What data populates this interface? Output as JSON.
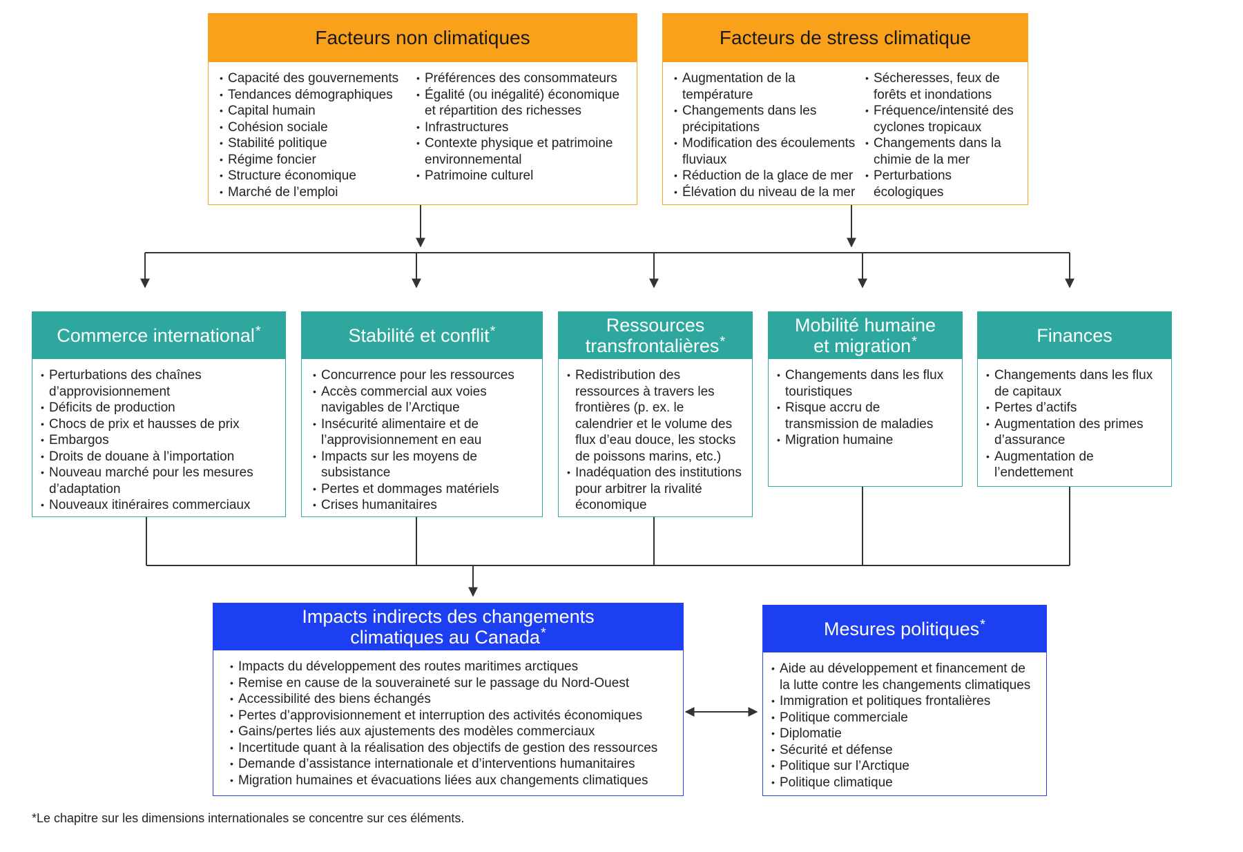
{
  "top_boxes": {
    "non_climatic": {
      "title": "Facteurs non climatiques",
      "col1": [
        "Capacité des gouvernements",
        "Tendances démographiques",
        "Capital humain",
        "Cohésion sociale",
        "Stabilité politique",
        "Régime foncier",
        "Structure économique",
        "Marché de l’emploi"
      ],
      "col2": [
        "Préférences des consommateurs",
        "Égalité (ou inégalité) économique et répartition des richesses",
        "Infrastructures",
        "Contexte physique et patrimoine environnemental",
        "Patrimoine culturel"
      ]
    },
    "climatic": {
      "title": "Facteurs de stress climatique",
      "col1": [
        "Augmentation de la température",
        "Changements dans les précipitations",
        "Modification des écoulements fluviaux",
        "Réduction de la glace de mer",
        "Élévation du niveau de la mer"
      ],
      "col2": [
        "Sécheresses, feux de forêts et inondations",
        "Fréquence/intensité des cyclones tropicaux",
        "Changements dans la chimie de la mer",
        "Perturbations écologiques"
      ]
    }
  },
  "middle_boxes": [
    {
      "title": "Commerce international",
      "star": "*",
      "items": [
        "Perturbations des chaînes d’approvisionnement",
        "Déficits de production",
        "Chocs de prix et hausses de prix",
        "Embargos",
        "Droits de douane à l’importation",
        "Nouveau marché pour les mesures d’adaptation",
        "Nouveaux itinéraires commerciaux"
      ]
    },
    {
      "title": "Stabilité et conflit",
      "star": "*",
      "items": [
        "Concurrence pour les ressources",
        "Accès commercial aux voies navigables de l’Arctique",
        "Insécurité alimentaire et de l’approvisionnement en eau",
        "Impacts sur les moyens de subsistance",
        "Pertes et dommages matériels",
        "Crises humanitaires"
      ]
    },
    {
      "title_l1": "Ressources",
      "title_l2": "transfrontalières",
      "star": "*",
      "items": [
        "Redistribution des ressources à travers les frontières (p. ex. le calendrier et le volume des flux d’eau douce, les stocks de poissons marins, etc.)",
        "Inadéquation des institutions pour arbitrer la rivalité économique"
      ]
    },
    {
      "title_l1": "Mobilité humaine",
      "title_l2": "et migration",
      "star": "*",
      "items": [
        "Changements dans les flux touristiques",
        "Risque accru de transmission de maladies",
        "Migration humaine"
      ]
    },
    {
      "title": "Finances",
      "items": [
        "Changements dans les flux de capitaux",
        "Pertes d’actifs",
        "Augmentation des primes d’assurance",
        "Augmentation de l’endettement"
      ]
    }
  ],
  "bottom_boxes": {
    "impacts": {
      "title_l1": "Impacts indirects des changements",
      "title_l2": "climatiques au Canada",
      "star": "*",
      "items": [
        "Impacts du développement des routes maritimes arctiques",
        "Remise en cause de la souveraineté sur le passage du Nord-Ouest",
        "Accessibilité des biens échangés",
        "Pertes d’approvisionnement et interruption des activités économiques",
        "Gains/pertes liés aux ajustements des modèles commerciaux",
        "Incertitude quant à la réalisation des objectifs de gestion des ressources",
        "Demande d’assistance internationale et d’interventions humanitaires",
        "Migration humaines et évacuations liées aux changements climatiques"
      ]
    },
    "policies": {
      "title": "Mesures politiques",
      "star": "*",
      "items": [
        "Aide au développement et financement de la lutte contre les changements climatiques",
        "Immigration et politiques frontalières",
        "Politique commerciale",
        "Diplomatie",
        "Sécurité et défense",
        "Politique sur l’Arctique",
        "Politique climatique"
      ]
    }
  },
  "footnote": "*Le chapitre sur les dimensions internationales se concentre sur ces éléments.",
  "colors": {
    "orange": "#f9a11b",
    "teal": "#2ea89f",
    "blue": "#1c3ff2",
    "connector": "#333333"
  }
}
